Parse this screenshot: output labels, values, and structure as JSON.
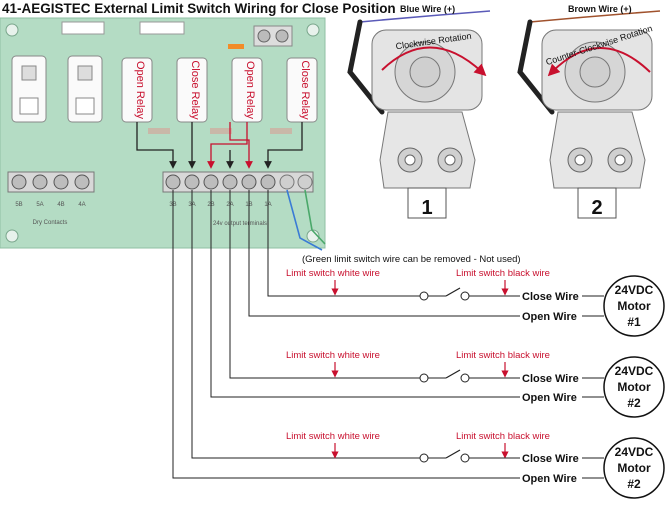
{
  "title": "41-AEGISTEC External Limit Switch Wiring for Close Position",
  "board": {
    "relays": [
      "Open Relay",
      "Close Relay",
      "Open Relay",
      "Close Relay"
    ],
    "dry_labels": [
      "5B",
      "5A",
      "4B",
      "4A"
    ],
    "dry_contacts": "Dry Contacts",
    "terminals": [
      "3B",
      "3A",
      "2B",
      "2A",
      "1B",
      "1A"
    ],
    "terminal_caption": "24v output terminals"
  },
  "motors": {
    "m1": {
      "wire": "Blue Wire (+)",
      "rotation": "Clockwise Rotation",
      "number": "1"
    },
    "m2": {
      "wire": "Brown Wire (+)",
      "rotation": "Counter-Clockwise Rotation",
      "number": "2"
    }
  },
  "green_note": "(Green limit switch wire can be removed - Not used)",
  "circuits": [
    {
      "white": "Limit switch white wire",
      "black": "Limit switch black wire",
      "close": "Close Wire",
      "open": "Open Wire",
      "motor": [
        "24VDC",
        "Motor",
        "#1"
      ]
    },
    {
      "white": "Limit switch white wire",
      "black": "Limit switch black wire",
      "close": "Close Wire",
      "open": "Open Wire",
      "motor": [
        "24VDC",
        "Motor",
        "#2"
      ]
    },
    {
      "white": "Limit switch white wire",
      "black": "Limit switch black wire",
      "close": "Close Wire",
      "open": "Open Wire",
      "motor": [
        "24VDC",
        "Motor",
        "#2"
      ]
    }
  ],
  "colors": {
    "board": "#b4dcc4",
    "red": "#c8102e",
    "wire": "#222222",
    "blue_wire": "#5a5ab8",
    "brown_wire": "#a0522d"
  }
}
